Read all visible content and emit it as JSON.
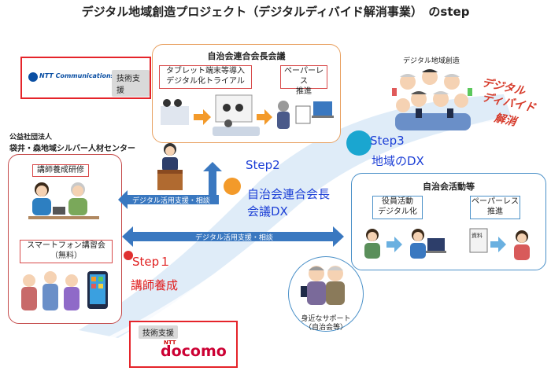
{
  "title": "デジタル地域創造プロジェクト（デジタルディバイド解消事業）　のstep",
  "colors": {
    "left_box_border": "#c44a4a",
    "top_box_border": "#e8a060",
    "right_box_border": "#4a90c8",
    "logo_border": "#e5242a",
    "step_blue": "#1c3fd6",
    "step_red": "#e02020",
    "dot_red": "#e03030",
    "dot_orange": "#f39a2a",
    "dot_blue": "#1aa6d0",
    "arrow_blue": "#3a78c0",
    "swoosh": "#dbeaf7"
  },
  "organization": {
    "line1": "公益社団法人",
    "line2": "袋井・森地域シルバー人材センター"
  },
  "left_box": {
    "training_label": "講師養成研修",
    "seminar_label_line1": "スマートフォン講習会",
    "seminar_label_line2": "（無料）"
  },
  "top_box": {
    "title": "自治会連合会長会議",
    "tablet_line1": "タブレット端末等導入",
    "tablet_line2": "デジタル化トライアル",
    "paperless_line1": "ペーパーレス",
    "paperless_line2": "推進"
  },
  "right_box": {
    "title": "自治会活動等",
    "digital_line1": "役員活動",
    "digital_line2": "デジタル化",
    "paperless_line1": "ペーパーレス",
    "paperless_line2": "推進"
  },
  "steps": {
    "step1_label": "Step１",
    "step1_desc": "講師養成",
    "step2_label": "Step2",
    "step2_desc_line1": "自治会連合会長",
    "step2_desc_line2": "会議DX",
    "step3_label": "Step3",
    "step3_desc": "地域のDX"
  },
  "arrows": {
    "upper_label": "デジタル活用支援・相談",
    "lower_label": "デジタル活用支援・相談"
  },
  "crowd_caption": "デジタル地域創造",
  "divide_text_line1": "デジタル",
  "divide_text_line2": "ディバイド",
  "divide_text_line3": "解消",
  "support": {
    "line1": "身近なサポート",
    "line2": "（自治会等）"
  },
  "logos": {
    "ntt_com": "NTT Communications",
    "ntt_com_support": "技術支援",
    "docomo_support": "技術支援",
    "docomo_ntt": "NTT",
    "docomo": "docomo"
  },
  "phone_screen_label": "資料"
}
